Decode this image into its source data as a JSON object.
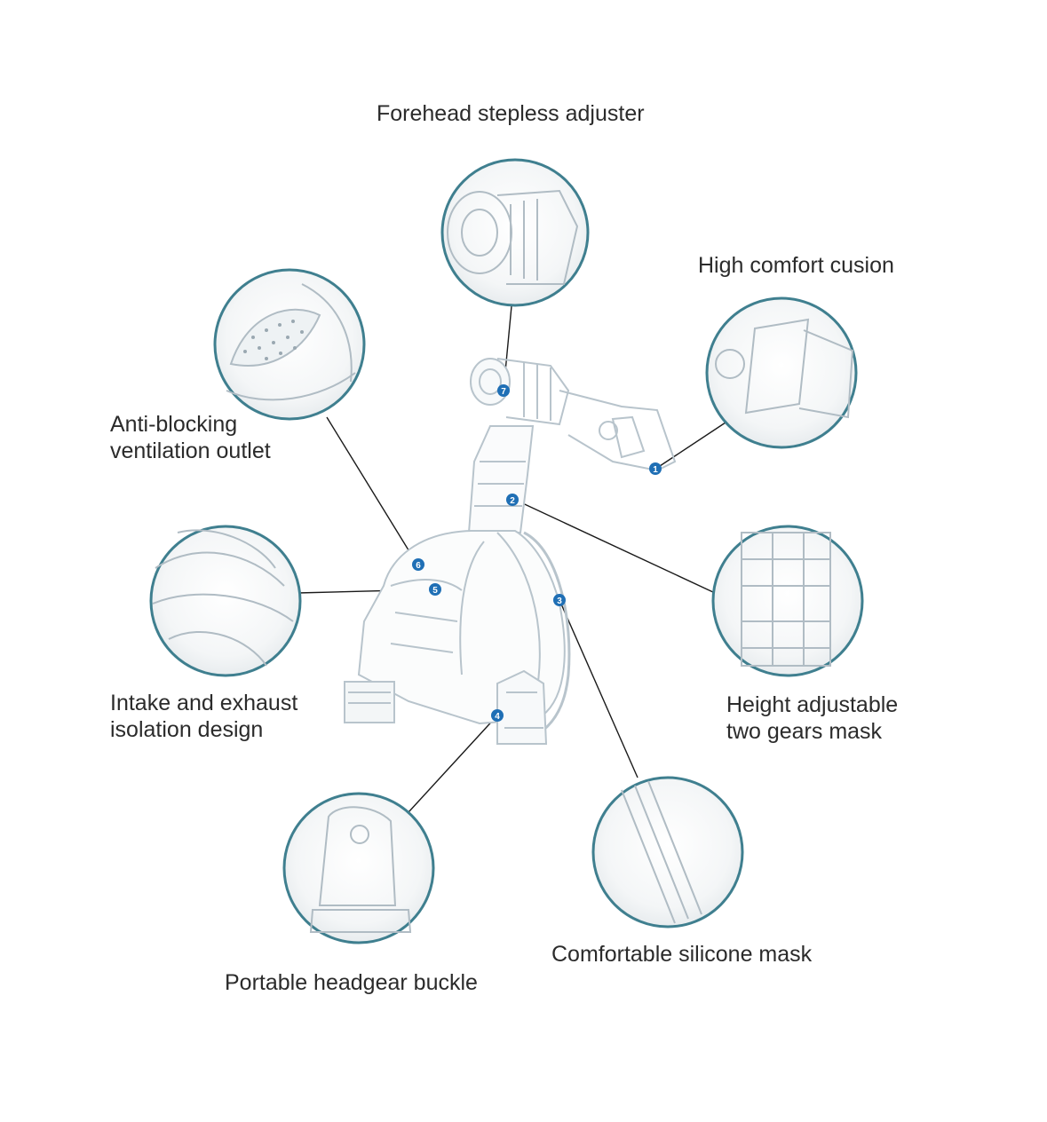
{
  "colors": {
    "circle_ring": "#3f7f8f",
    "callout_line": "#1a1a1a",
    "marker": "#1f6fb5",
    "plastic": "#b8c4cc",
    "background": "#ffffff"
  },
  "labels": {
    "forehead": "Forehead stepless adjuster",
    "cushion": "High comfort cusion",
    "anti_blocking_1": "Anti-blocking",
    "anti_blocking_2": "ventilation outlet",
    "intake_1": "Intake and exhaust",
    "intake_2": "isolation design",
    "height_1": "Height adjustable",
    "height_2": "two gears mask",
    "buckle": "Portable headgear buckle",
    "silicone": "Comfortable silicone mask"
  },
  "markers": [
    "7",
    "1",
    "2",
    "6",
    "5",
    "3",
    "4"
  ]
}
